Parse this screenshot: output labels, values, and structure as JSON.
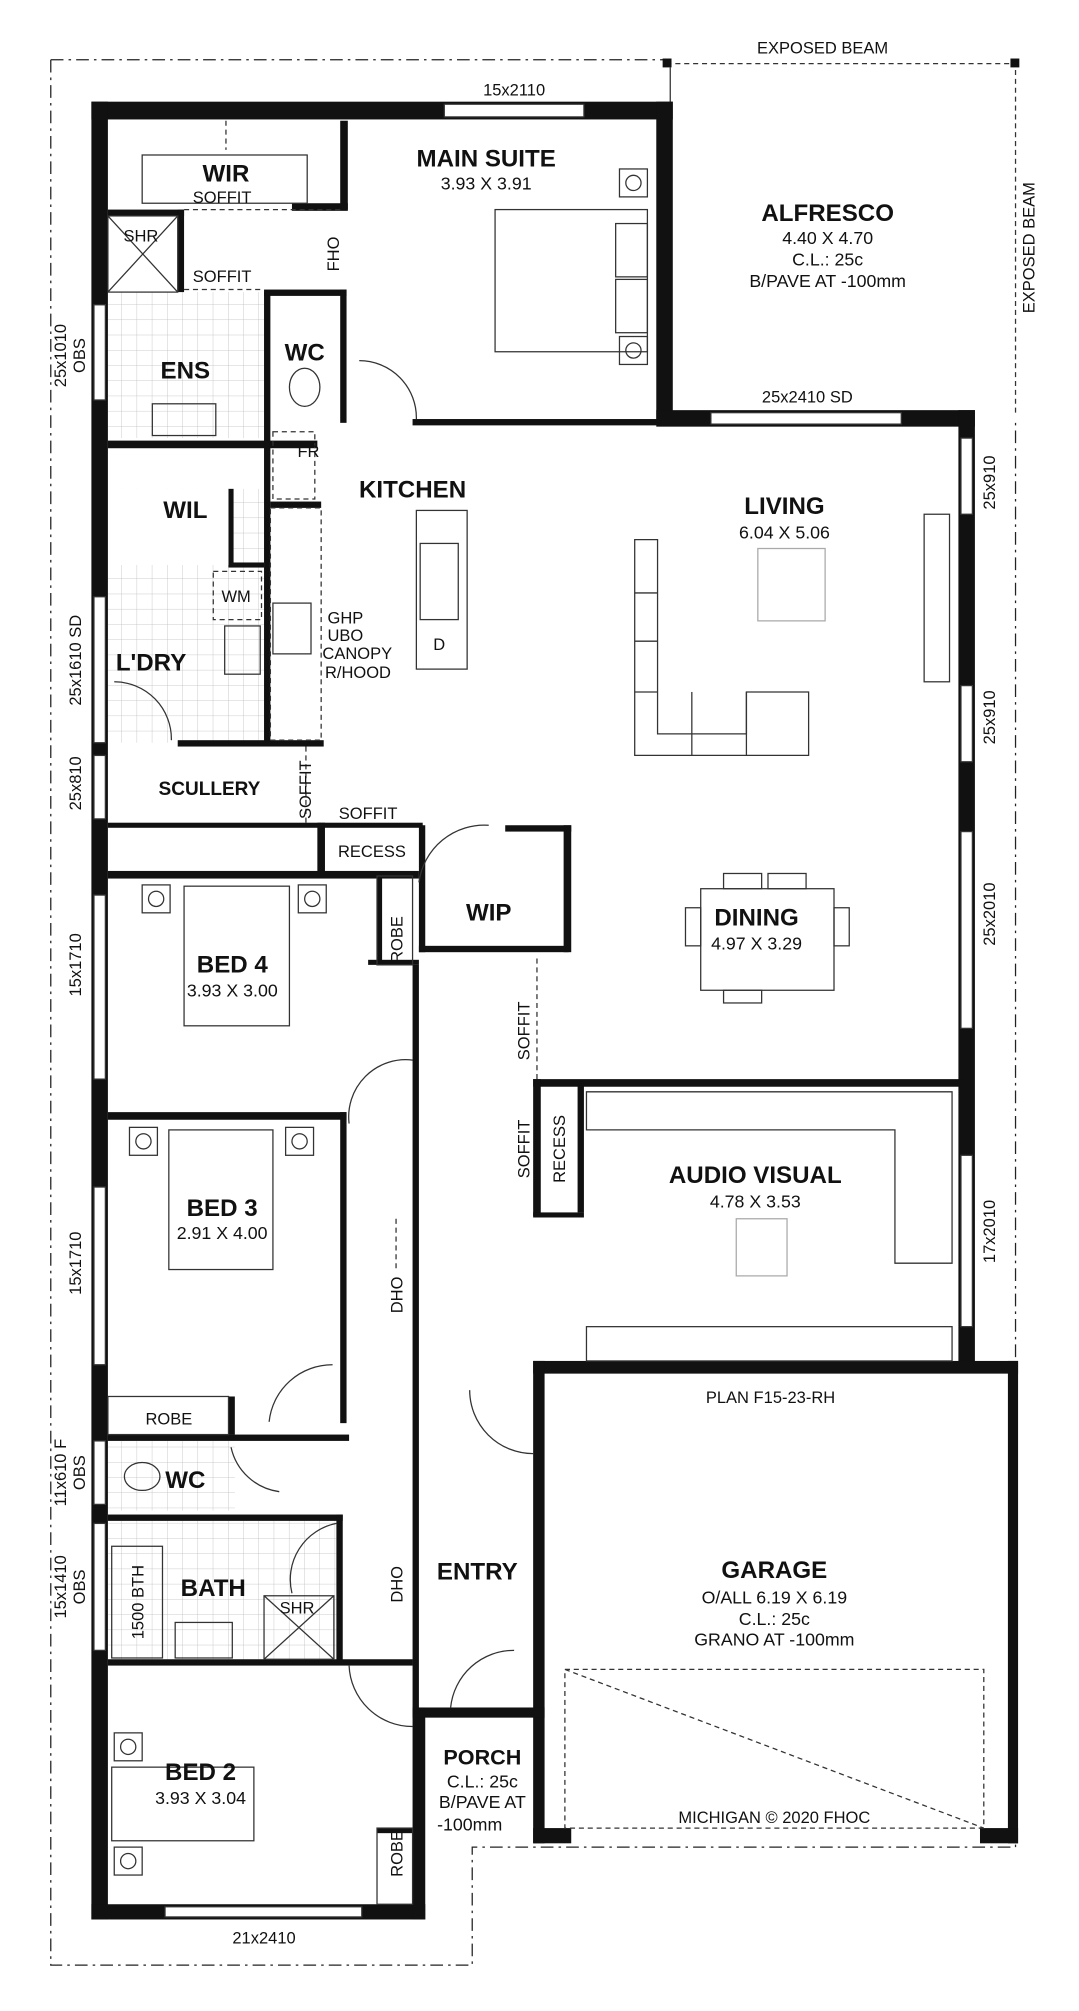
{
  "plan_code": "PLAN F15-23-RH",
  "copyright": "MICHIGAN © 2020 FHOC",
  "annotations": {
    "exposed_beam_top": "EXPOSED BEAM",
    "exposed_beam_side": "EXPOSED BEAM",
    "fho": "FHO",
    "dho_1": "DHO",
    "dho_2": "DHO",
    "soffit_wir": "SOFFIT",
    "soffit_ens": "SOFFIT",
    "soffit_scullery": "SOFFIT",
    "soffit_kitchen": "SOFFIT",
    "soffit_hall_1": "SOFFIT",
    "soffit_hall_2": "SOFFIT",
    "shr_ens": "SHR",
    "shr_bath": "SHR",
    "fridge": "FR",
    "washing_machine": "WM",
    "dishwasher": "D",
    "cooktop_lines": [
      "GHP",
      "UBO",
      "CANOPY",
      "R/HOOD"
    ],
    "bath_tub": "1500 BTH"
  },
  "windows": {
    "top_main": "15x2110",
    "living_sd": "25x2410 SD",
    "ens_obs": [
      "25x1010",
      "OBS"
    ],
    "ldry_sd": "25x1610 SD",
    "scullery": "25x810",
    "living_1": "25x910",
    "living_2": "25x910",
    "dining": "25x2010",
    "bed4": "15x1710",
    "bed3": "15x1710",
    "audio": "17x2010",
    "wc_obs": [
      "11x610 F",
      "OBS"
    ],
    "bath_obs": [
      "15x1410",
      "OBS"
    ],
    "bed2": "21x2410"
  },
  "rooms": {
    "wir": {
      "name": "WIR"
    },
    "main_suite": {
      "name": "MAIN SUITE",
      "dims": "3.93 X 3.91"
    },
    "alfresco": {
      "name": "ALFRESCO",
      "dims": "4.40 X 4.70",
      "ceiling": "C.L.: 25c",
      "floor": "B/PAVE AT -100mm"
    },
    "ens": {
      "name": "ENS"
    },
    "wc_ens": {
      "name": "WC"
    },
    "kitchen": {
      "name": "KITCHEN"
    },
    "living": {
      "name": "LIVING",
      "dims": "6.04 X 5.06"
    },
    "wil": {
      "name": "WIL"
    },
    "ldry": {
      "name": "L'DRY"
    },
    "scullery": {
      "name": "SCULLERY"
    },
    "recess_1": {
      "name": "RECESS"
    },
    "wip": {
      "name": "WIP"
    },
    "dining": {
      "name": "DINING",
      "dims": "4.97 X 3.29"
    },
    "bed4": {
      "name": "BED 4",
      "dims": "3.93 X 3.00"
    },
    "robe_bed4": {
      "name": "ROBE"
    },
    "audio_visual": {
      "name": "AUDIO VISUAL",
      "dims": "4.78 X 3.53"
    },
    "recess_2": {
      "name": "RECESS"
    },
    "bed3": {
      "name": "BED 3",
      "dims": "2.91 X 4.00"
    },
    "robe_bed3": {
      "name": "ROBE"
    },
    "wc": {
      "name": "WC"
    },
    "bath": {
      "name": "BATH"
    },
    "entry": {
      "name": "ENTRY"
    },
    "garage": {
      "name": "GARAGE",
      "dims": "O/ALL  6.19 X 6.19",
      "ceiling": "C.L.: 25c",
      "floor": "GRANO AT -100mm"
    },
    "porch": {
      "name": "PORCH",
      "ceiling": "C.L.: 25c",
      "floor_1": "B/PAVE AT",
      "floor_2": "-100mm"
    },
    "bed2": {
      "name": "BED 2",
      "dims": "3.93 X 3.04"
    },
    "robe_bed2": {
      "name": "ROBE"
    }
  }
}
